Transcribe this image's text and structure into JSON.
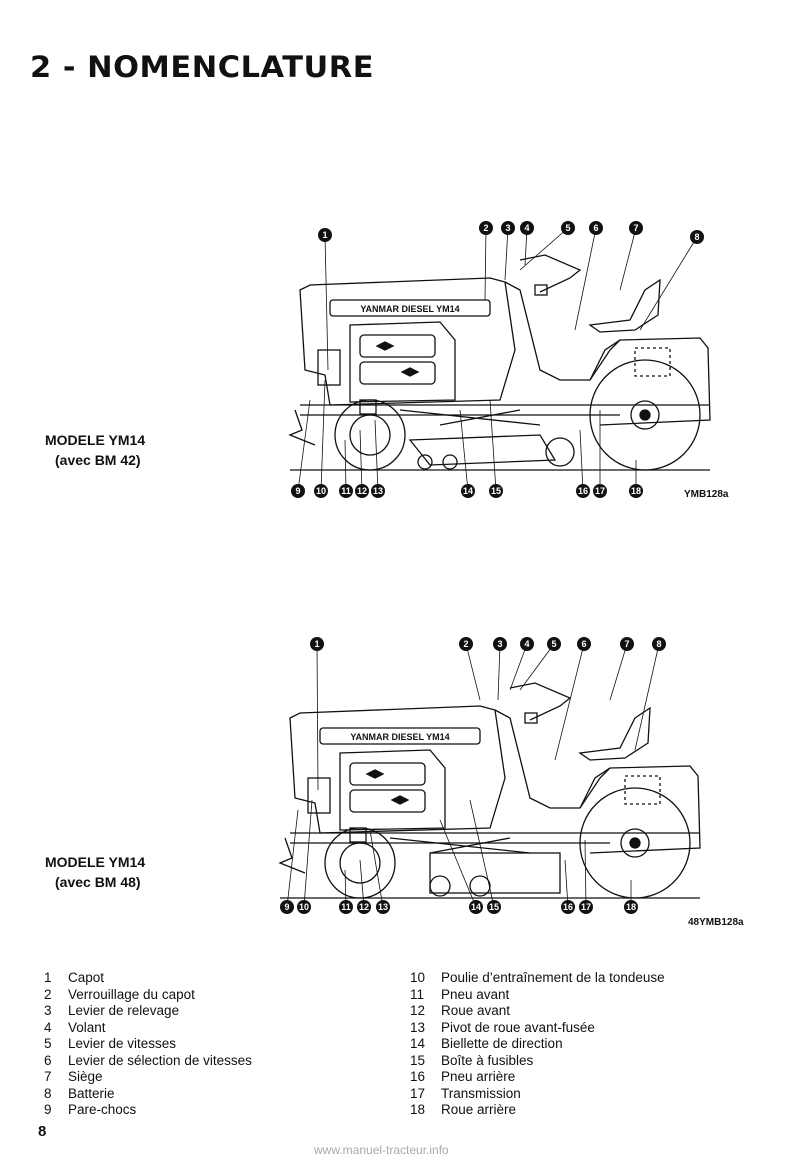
{
  "title": "2 - NOMENCLATURE",
  "diagrams": [
    {
      "model": "MODELE YM14",
      "variant": "(avec BM 42)",
      "reference": "YMB128a",
      "callouts_top": [
        "1",
        "2",
        "3",
        "4",
        "5",
        "6",
        "7",
        "8"
      ],
      "callouts_bottom": [
        "9",
        "10",
        "11",
        "12",
        "13",
        "14",
        "15",
        "16",
        "17",
        "18"
      ]
    },
    {
      "model": "MODELE YM14",
      "variant": "(avec BM 48)",
      "reference": "48YMB128a",
      "callouts_top": [
        "1",
        "2",
        "3",
        "4",
        "5",
        "6",
        "7",
        "8"
      ],
      "callouts_bottom": [
        "9",
        "10",
        "11",
        "12",
        "13",
        "14",
        "15",
        "16",
        "17",
        "18"
      ]
    }
  ],
  "hood_decal": "YANMAR DIESEL YM14",
  "legend": {
    "left": [
      {
        "n": "1",
        "label": "Capot"
      },
      {
        "n": "2",
        "label": "Verrouillage du capot"
      },
      {
        "n": "3",
        "label": "Levier de relevage"
      },
      {
        "n": "4",
        "label": "Volant"
      },
      {
        "n": "5",
        "label": "Levier de vitesses"
      },
      {
        "n": "6",
        "label": "Levier de sélection de vitesses"
      },
      {
        "n": "7",
        "label": "Siège"
      },
      {
        "n": "8",
        "label": "Batterie"
      },
      {
        "n": "9",
        "label": "Pare-chocs"
      }
    ],
    "right": [
      {
        "n": "10",
        "label": "Poulie d’entraînement de la tondeuse"
      },
      {
        "n": "11",
        "label": "Pneu avant"
      },
      {
        "n": "12",
        "label": "Roue avant"
      },
      {
        "n": "13",
        "label": "Pivot de roue avant-fusée"
      },
      {
        "n": "14",
        "label": "Biellette de direction"
      },
      {
        "n": "15",
        "label": "Boîte à fusibles"
      },
      {
        "n": "16",
        "label": "Pneu arrière"
      },
      {
        "n": "17",
        "label": "Transmission"
      },
      {
        "n": "18",
        "label": "Roue arrière"
      }
    ]
  },
  "page_number": "8",
  "watermark": "www.manuel-tracteur.info"
}
